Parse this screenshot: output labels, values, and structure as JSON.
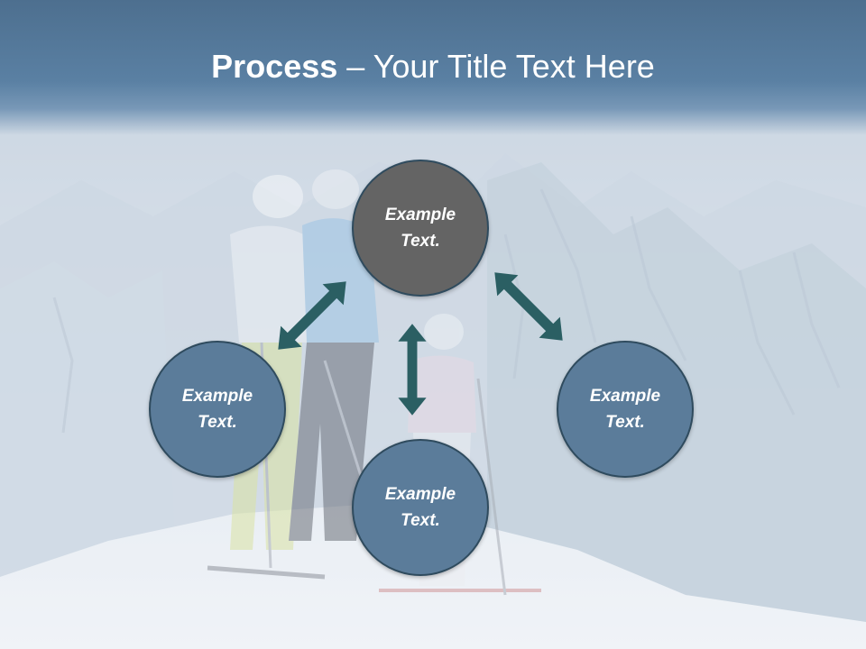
{
  "title": {
    "bold": "Process",
    "rest": " – Your Title Text Here"
  },
  "nodes": {
    "top": "Example Text.",
    "left": "Example Text.",
    "bottom": "Example Text.",
    "right": "Example Text."
  },
  "colors": {
    "title_band": "#5a80a3",
    "node_center": "#646464",
    "node_fill": "#5b7c9a",
    "node_border": "#2f4b5e",
    "arrow": "#2b5f63"
  },
  "icons": [
    "double-arrow-icon"
  ]
}
